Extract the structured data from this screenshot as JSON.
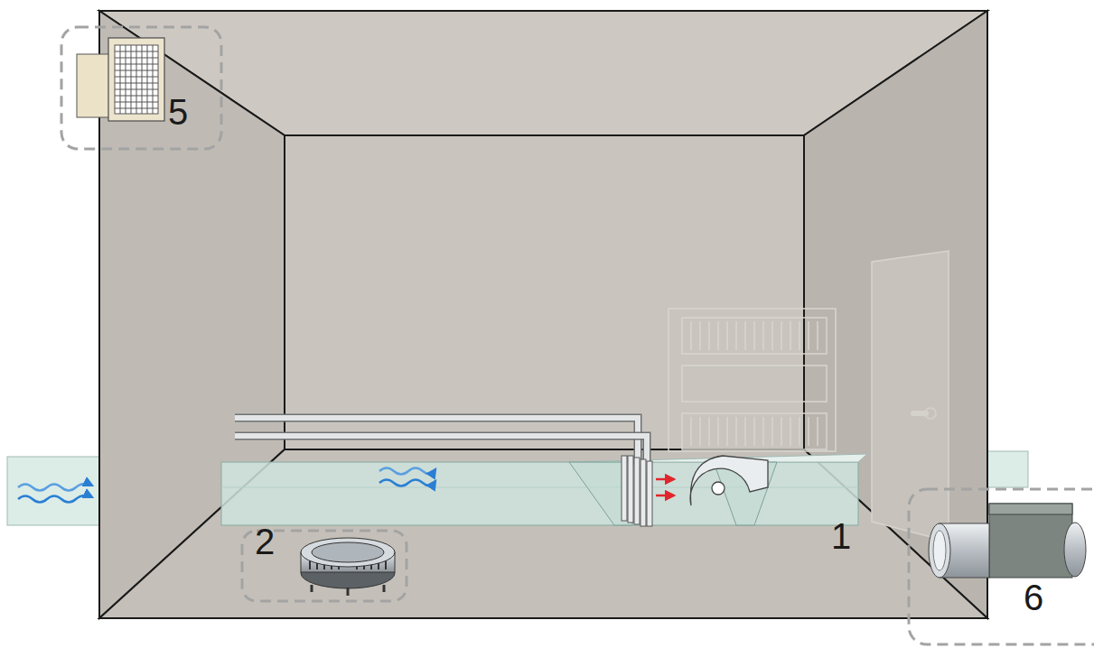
{
  "diagram": {
    "labels": [
      "5",
      "2",
      "1",
      "6"
    ]
  }
}
